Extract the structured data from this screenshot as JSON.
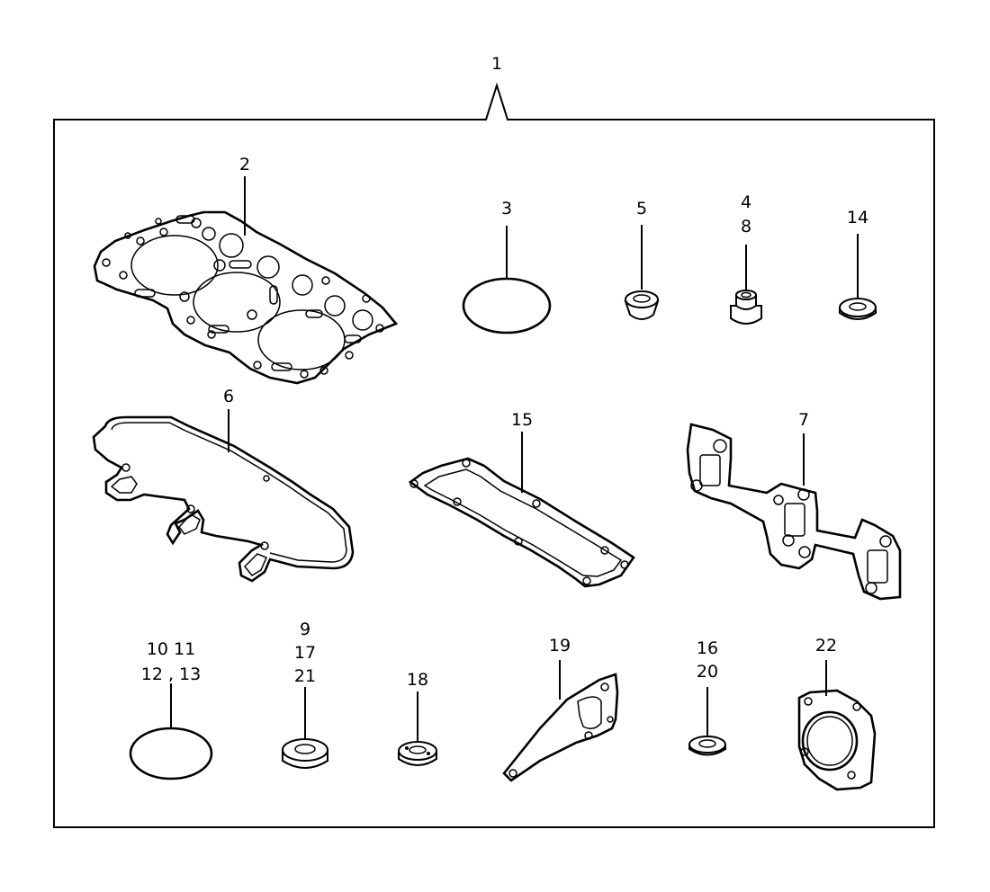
{
  "labels": {
    "kit": "1",
    "head_gasket": "2",
    "o_ring_a": "3",
    "seal_5": "5",
    "seal_4_8_a": "4",
    "seal_4_8_b": "8",
    "washer_14": "14",
    "cover_gasket": "6",
    "gasket_15": "15",
    "manifold_gasket": "7",
    "oring_b_l1": "10  11",
    "oring_b_l2": "12 , 13",
    "washer_9_l1": "9",
    "washer_9_l2": "17",
    "washer_9_l3": "21",
    "washer_18": "18",
    "gasket_19": "19",
    "washer_16_l1": "16",
    "washer_16_l2": "20",
    "gasket_22": "22"
  }
}
